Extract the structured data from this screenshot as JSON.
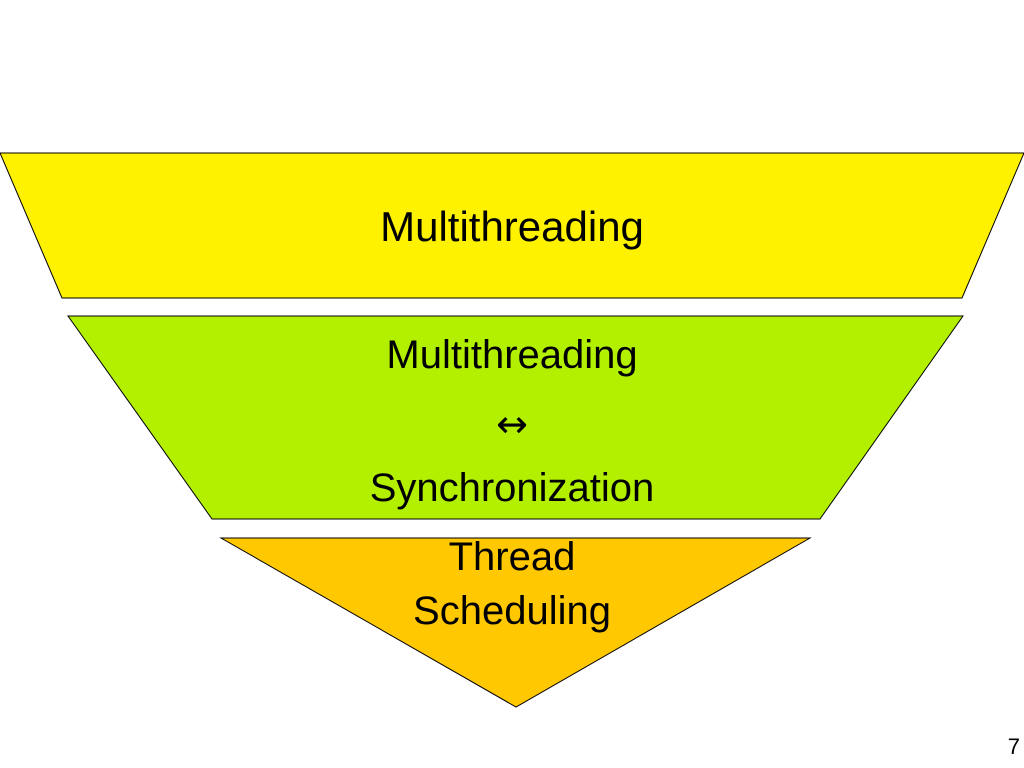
{
  "slide": {
    "page_number": "7"
  },
  "funnel": {
    "top_tier": {
      "label": "Multithreading",
      "color": "#FFF200"
    },
    "middle_tier": {
      "line1": "Multithreading",
      "arrow": "↔",
      "line2": "Synchronization",
      "color": "#B3F000"
    },
    "bottom_tier": {
      "line1": "Thread",
      "line2": "Scheduling",
      "color": "#FFC800"
    }
  }
}
